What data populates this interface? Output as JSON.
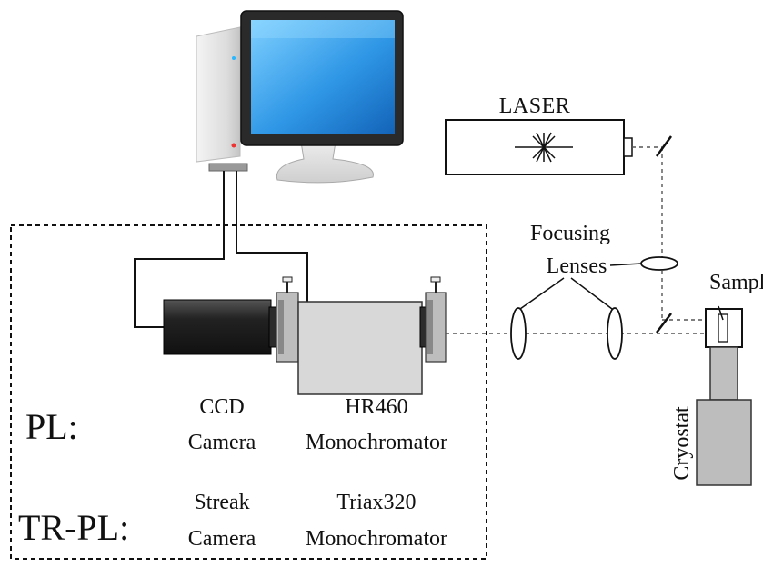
{
  "labels": {
    "laser": "LASER",
    "focusing_lenses_line1": "Focusing",
    "focusing_lenses_line2": "Lenses",
    "sample": "Sample",
    "cryostat": "Cryostat",
    "pl": "PL:",
    "tr_pl": "TR-PL:",
    "ccd_line1": "CCD",
    "ccd_line2": "Camera",
    "hr460_line1": "HR460",
    "hr460_line2": "Monochromator",
    "streak_line1": "Streak",
    "streak_line2": "Camera",
    "triax_line1": "Triax320",
    "triax_line2": "Monochromator"
  },
  "icons": {
    "computer": "desktop-computer-icon",
    "laser_burst": "laser-burst-icon"
  },
  "colors": {
    "line": "#111111",
    "camera_body": "#2b2b2b",
    "mono_body": "#d9d9d9",
    "cryostat_body": "#bdbdbd",
    "screen_blue": "#3da5ee"
  }
}
